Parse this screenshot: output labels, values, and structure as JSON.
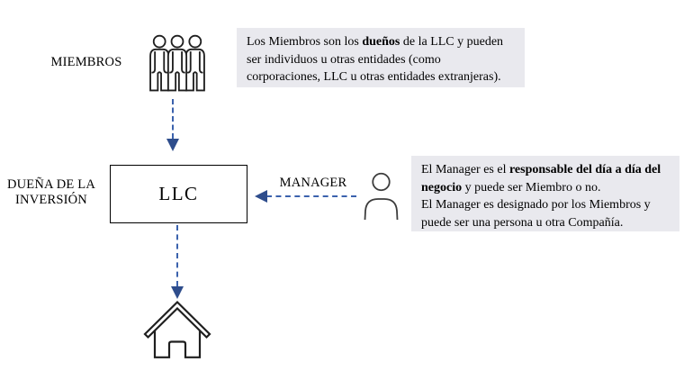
{
  "members_section": {
    "label": "MIEMBROS",
    "icon": "members-group-icon"
  },
  "owner_label": {
    "line1": "DUEÑA DE LA",
    "line2": "INVERSIÓN"
  },
  "llc_box": {
    "label": "LLC"
  },
  "manager_section": {
    "label": "MANAGER",
    "icon": "manager-person-icon"
  },
  "property_section": {
    "icon": "house-icon"
  },
  "notes": {
    "members_note": {
      "part1": "Los Miembros son los ",
      "part2_bold": "dueños",
      "part3": " de la LLC y pueden ser individuos u otras entidades (como corporaciones, LLC u otras entidades extranjeras)."
    },
    "manager_note": {
      "part1": "El Manager es el ",
      "part2_bold": "responsable del día a día del negocio",
      "part3": " y puede ser Miembro o no.",
      "part4": "El Manager es designado por los Miembros y puede ser una persona u otra Compañía."
    }
  },
  "colors": {
    "note_background": "#e9e9ee",
    "arrow_line": "#3b62ad",
    "arrow_head": "#2e4d8c",
    "outline": "#1f1f1f"
  }
}
